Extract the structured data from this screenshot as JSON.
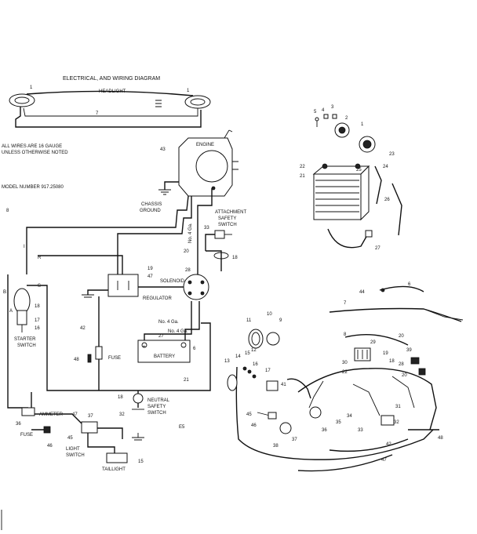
{
  "title": "ELECTRICAL, AND WIRING DIAGRAM",
  "notes": {
    "wire_gauge_1": "ALL WIRES ARE 16 GAUGE",
    "wire_gauge_2": "UNLESS OTHERWISE NOTED",
    "model": "MODEL NUMBER 917.25080",
    "code": "E5"
  },
  "labels": {
    "headlight": "HEADLIGHT",
    "engine": "ENGINE",
    "chassis": "CHASSIS",
    "ground": "GROUND",
    "attach_1": "ATTACHMENT",
    "attach_2": "SAFETY",
    "attach_3": "SWITCH",
    "solenoid": "SOLENOID",
    "regulator": "REGULATOR",
    "starter_1": "STARTER",
    "starter_2": "SWITCH",
    "fuse": "FUSE",
    "fuse2": "FUSE",
    "battery": "BATTERY",
    "neutral_1": "NEUTRAL",
    "neutral_2": "SAFETY",
    "neutral_3": "SWITCH",
    "ammeter": "AMMETER",
    "light_1": "LIGHT",
    "light_2": "SWITCH",
    "taillight": "TAILLIGHT",
    "gauge4a": "No. 4 Ga.",
    "gauge4b": "No. 4 Ga.",
    "gauge4c": "No. 4 Ga.",
    "wire_I": "I",
    "wire_R": "R",
    "wire_S": "S",
    "wire_B": "B",
    "wire_A": "A",
    "plus": "+"
  },
  "callouts": {
    "n1a": "1",
    "n1b": "1",
    "n7": "7",
    "n43": "43",
    "n8": "8",
    "n28": "28",
    "n33": "33",
    "n18a": "18",
    "n20": "20",
    "n19": "19",
    "n47": "47",
    "n18b": "18",
    "n17": "17",
    "n16": "16",
    "n42": "42",
    "n48": "48",
    "n27": "27",
    "n6": "6",
    "n21": "21",
    "n18c": "18",
    "n32": "32",
    "n36": "36",
    "n47b": "47",
    "n37": "37",
    "n45": "45",
    "n46": "46",
    "n15": "15",
    "e5": "5",
    "e4": "4",
    "e3": "3",
    "e2": "2",
    "e1": "1",
    "e22": "22",
    "e21": "21",
    "e25": "25",
    "e24": "24",
    "e23": "23",
    "e26": "26",
    "e27": "27",
    "e44": "44",
    "e6": "6",
    "e7": "7",
    "e11": "11",
    "e10": "10",
    "e9": "9",
    "e8": "8",
    "e20a": "20",
    "e29": "29",
    "e19": "19",
    "e39": "39",
    "e30": "30",
    "e28": "28",
    "e18": "18",
    "e22b": "22",
    "e20b": "20",
    "e13": "13",
    "e14": "14",
    "e15": "15",
    "e12": "12",
    "e16": "16",
    "e17": "17",
    "e41": "41",
    "e45": "45",
    "e46": "46",
    "e38": "38",
    "e37": "37",
    "e36": "36",
    "e35": "35",
    "e34": "34",
    "e33": "33",
    "e31": "31",
    "e32": "32",
    "e42": "42",
    "e48": "48",
    "e47": "47"
  }
}
